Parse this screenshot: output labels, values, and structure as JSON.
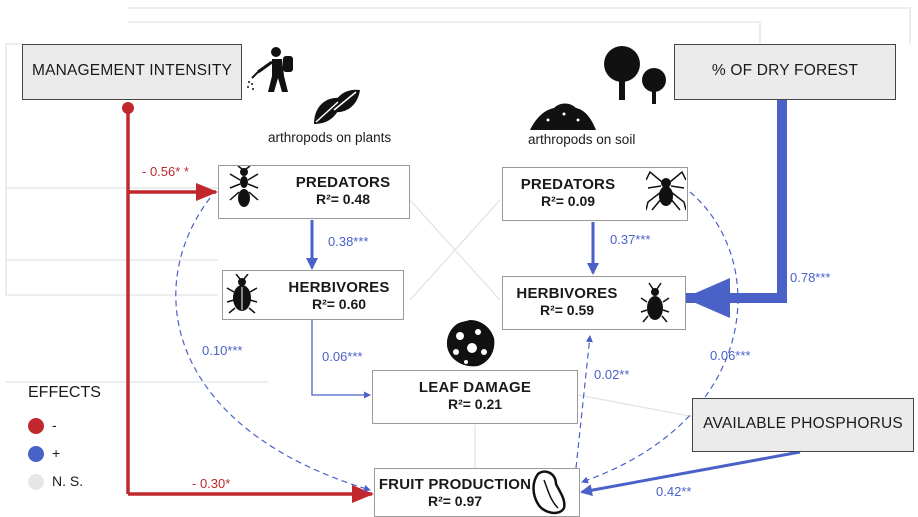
{
  "nodes": {
    "management": {
      "name": "MANAGEMENT INTENSITY"
    },
    "dry_forest": {
      "name": "% OF DRY FOREST"
    },
    "phosphorus": {
      "name": "AVAILABLE PHOSPHORUS"
    },
    "plant_predators": {
      "name": "PREDATORS",
      "r2": "R²= 0.48"
    },
    "plant_herbivores": {
      "name": "HERBIVORES",
      "r2": "R²= 0.60"
    },
    "soil_predators": {
      "name": "PREDATORS",
      "r2": "R²= 0.09"
    },
    "soil_herbivores": {
      "name": "HERBIVORES",
      "r2": "R²= 0.59"
    },
    "leaf_damage": {
      "name": "LEAF DAMAGE",
      "r2": "R²= 0.21"
    },
    "fruit_production": {
      "name": "FRUIT PRODUCTION",
      "r2": "R²= 0.97"
    }
  },
  "groups": {
    "plants": "arthropods on plants",
    "soil": "arthropods on soil"
  },
  "coefficients": {
    "mgmt_to_pred": "- 0.56* *",
    "mgmt_to_fruit": "- 0.30*",
    "pred_to_herb_plants": "0.38***",
    "pred_plants_to_fruit": "0.10***",
    "herb_plants_to_leaf": "0.06***",
    "pred_to_herb_soil": "0.37***",
    "forest_to_herb_soil": "0.78***",
    "fruit_to_herb_soil": "0.02**",
    "pred_soil_to_fruit": "0.06***",
    "phos_to_fruit": "0.42**"
  },
  "legend": {
    "title": "EFFECTS",
    "items": [
      {
        "label": "-",
        "color": "#c0282d"
      },
      {
        "label": "+",
        "color": "#4a61c8"
      },
      {
        "label": "N. S.",
        "color": "#e6e6e6"
      }
    ]
  },
  "colors": {
    "negative": "#c0282d",
    "positive": "#4a61c8",
    "not_significant": "#e3e3e3"
  },
  "icons": [
    "farmer-spraying-icon",
    "leaves-icon",
    "soil-mound-icon",
    "trees-icon",
    "ant-icon",
    "aphid-icon",
    "spider-icon",
    "beetle-icon",
    "leaf-damage-icon",
    "fruit-icon"
  ]
}
